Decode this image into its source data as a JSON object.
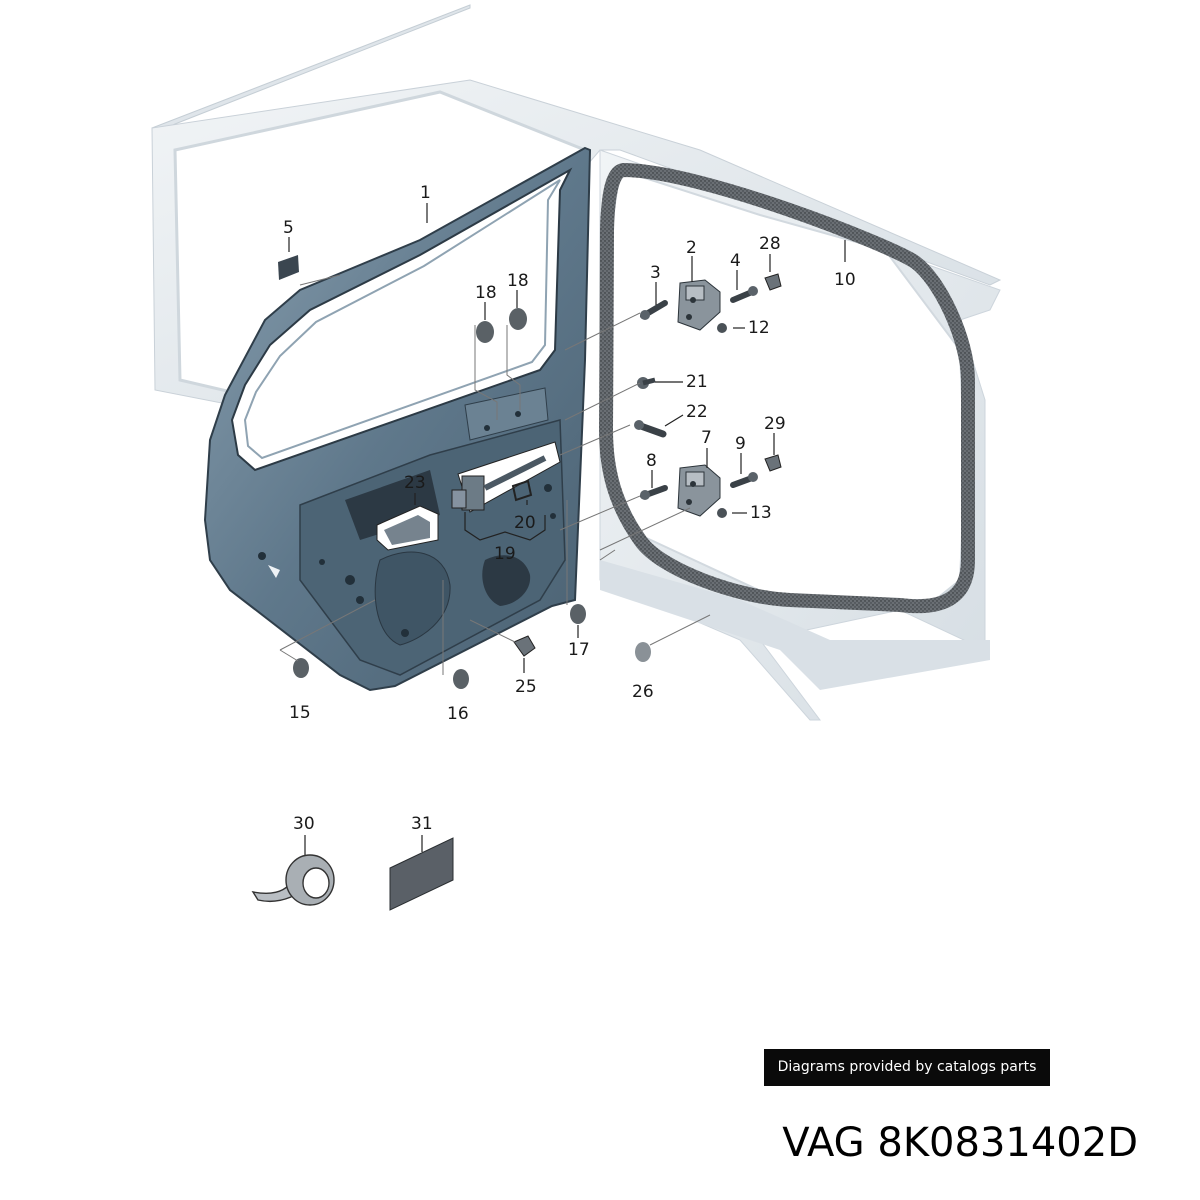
{
  "diagram": {
    "callouts": [
      "1",
      "2",
      "3",
      "4",
      "5",
      "7",
      "8",
      "9",
      "10",
      "12",
      "13",
      "15",
      "16",
      "17",
      "18",
      "18",
      "19",
      "20",
      "21",
      "22",
      "23",
      "25",
      "26",
      "28",
      "29",
      "30",
      "31"
    ]
  },
  "footer": {
    "credit": "Diagrams provided by catalogs parts",
    "part_number": "VAG 8K0831402D"
  },
  "colors": {
    "door": "#5a7386",
    "body": "#e6ebef",
    "seal": "#5b6167",
    "tape": "#9aa0a6"
  }
}
